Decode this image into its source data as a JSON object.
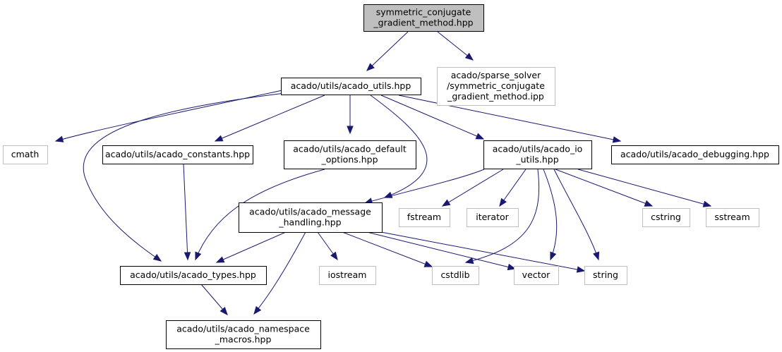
{
  "diagram": {
    "type": "include-dependency-graph",
    "colors": {
      "edge": "#191970",
      "root_fill": "#bfbfbf",
      "local_border": "#000000",
      "system_border": "#bfbfbf"
    },
    "nodes": [
      {
        "id": "root",
        "kind": "root",
        "lines": [
          "symmetric_conjugate",
          "_gradient_method.hpp"
        ]
      },
      {
        "id": "utils",
        "kind": "local",
        "lines": [
          "acado/utils/acado_utils.hpp"
        ]
      },
      {
        "id": "ipp",
        "kind": "system",
        "lines": [
          "acado/sparse_solver",
          "/symmetric_conjugate",
          "_gradient_method.ipp"
        ]
      },
      {
        "id": "cmath",
        "kind": "system",
        "lines": [
          "cmath"
        ]
      },
      {
        "id": "constants",
        "kind": "local",
        "lines": [
          "acado/utils/acado_constants.hpp"
        ]
      },
      {
        "id": "defopts",
        "kind": "local",
        "lines": [
          "acado/utils/acado_default",
          "_options.hpp"
        ]
      },
      {
        "id": "io",
        "kind": "local",
        "lines": [
          "acado/utils/acado_io",
          "_utils.hpp"
        ]
      },
      {
        "id": "debugging",
        "kind": "local",
        "lines": [
          "acado/utils/acado_debugging.hpp"
        ]
      },
      {
        "id": "msg",
        "kind": "local",
        "lines": [
          "acado/utils/acado_message",
          "_handling.hpp"
        ]
      },
      {
        "id": "fstream",
        "kind": "system",
        "lines": [
          "fstream"
        ]
      },
      {
        "id": "iterator",
        "kind": "system",
        "lines": [
          "iterator"
        ]
      },
      {
        "id": "cstring",
        "kind": "system",
        "lines": [
          "cstring"
        ]
      },
      {
        "id": "sstream",
        "kind": "system",
        "lines": [
          "sstream"
        ]
      },
      {
        "id": "types",
        "kind": "local",
        "lines": [
          "acado/utils/acado_types.hpp"
        ]
      },
      {
        "id": "iostream",
        "kind": "system",
        "lines": [
          "iostream"
        ]
      },
      {
        "id": "cstdlib",
        "kind": "system",
        "lines": [
          "cstdlib"
        ]
      },
      {
        "id": "vector",
        "kind": "system",
        "lines": [
          "vector"
        ]
      },
      {
        "id": "string",
        "kind": "system",
        "lines": [
          "string"
        ]
      },
      {
        "id": "nsmacros",
        "kind": "local",
        "lines": [
          "acado/utils/acado_namespace",
          "_macros.hpp"
        ]
      }
    ],
    "edges": [
      [
        "root",
        "utils"
      ],
      [
        "root",
        "ipp"
      ],
      [
        "utils",
        "cmath"
      ],
      [
        "utils",
        "constants"
      ],
      [
        "utils",
        "defopts"
      ],
      [
        "utils",
        "io"
      ],
      [
        "utils",
        "debugging"
      ],
      [
        "utils",
        "msg"
      ],
      [
        "utils",
        "types"
      ],
      [
        "constants",
        "types"
      ],
      [
        "defopts",
        "types"
      ],
      [
        "io",
        "msg"
      ],
      [
        "io",
        "fstream"
      ],
      [
        "io",
        "iterator"
      ],
      [
        "io",
        "cstdlib"
      ],
      [
        "io",
        "vector"
      ],
      [
        "io",
        "string"
      ],
      [
        "io",
        "cstring"
      ],
      [
        "io",
        "sstream"
      ],
      [
        "msg",
        "types"
      ],
      [
        "msg",
        "nsmacros"
      ],
      [
        "msg",
        "iostream"
      ],
      [
        "msg",
        "cstdlib"
      ],
      [
        "msg",
        "vector"
      ],
      [
        "msg",
        "string"
      ],
      [
        "types",
        "nsmacros"
      ]
    ]
  }
}
